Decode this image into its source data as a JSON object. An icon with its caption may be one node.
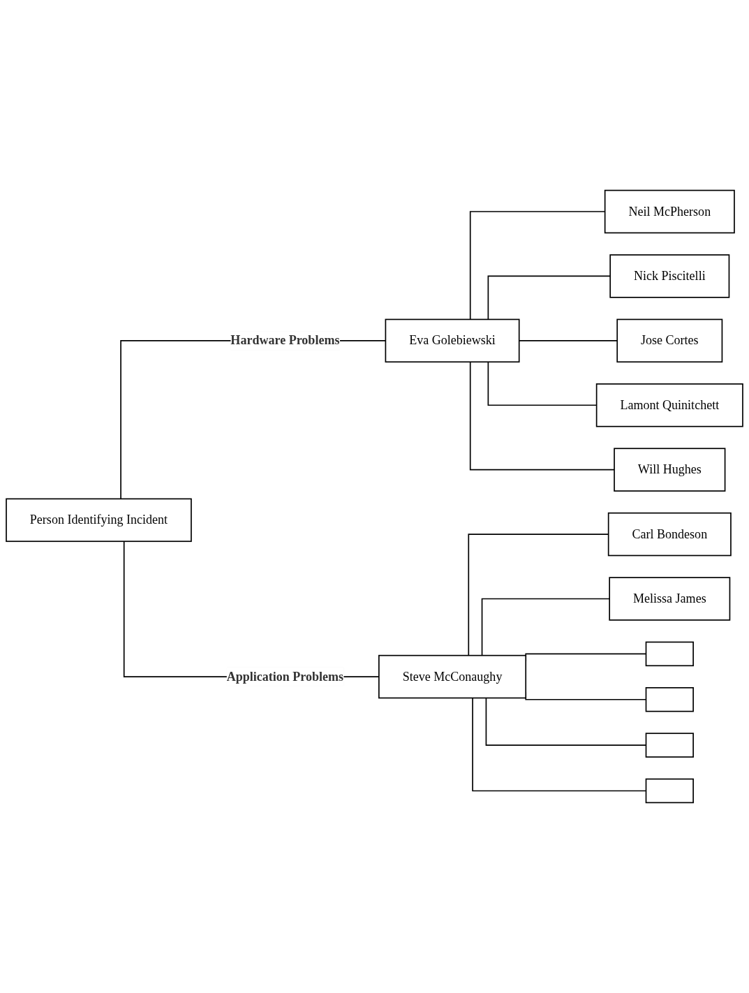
{
  "diagram": {
    "nodes": [
      {
        "text": [
          "Person Identifying Incident"
        ]
      },
      {
        "text": [
          "Eva Golebiewski"
        ]
      },
      {
        "text": [
          "Neil McPherson"
        ]
      },
      {
        "text": [
          "Nick Piscitelli"
        ]
      },
      {
        "text": [
          "Jose Cortes"
        ]
      },
      {
        "text": [
          "Lamont Quinitchett"
        ]
      },
      {
        "text": [
          "Will Hughes"
        ]
      },
      {
        "text": [
          "Steve McConaughy"
        ]
      },
      {
        "text": [
          "Carl Bondeson"
        ]
      },
      {
        "text": [
          "Melissa James"
        ]
      },
      {
        "text": [],
        "shape": "box"
      },
      {
        "text": [],
        "shape": "box"
      },
      {
        "text": [],
        "shape": "box"
      },
      {
        "text": [],
        "shape": "box"
      }
    ],
    "edges": [
      {
        "from": 0,
        "to": 1,
        "arrow": "none",
        "label": "Hardware Problems"
      },
      {
        "from": 1,
        "to": 2,
        "arrow": "none"
      },
      {
        "from": 1,
        "to": 3,
        "arrow": "none"
      },
      {
        "from": 1,
        "to": 4,
        "arrow": "none"
      },
      {
        "from": 1,
        "to": 5,
        "arrow": "none"
      },
      {
        "from": 1,
        "to": 6,
        "arrow": "none"
      },
      {
        "from": 0,
        "to": 7,
        "arrow": "none",
        "label": "Application Problems"
      },
      {
        "from": 7,
        "to": 8,
        "arrow": "none"
      },
      {
        "from": 7,
        "to": 9,
        "arrow": "none"
      },
      {
        "from": 7,
        "to": 10,
        "arrow": "none"
      },
      {
        "from": 7,
        "to": 11,
        "arrow": "none"
      },
      {
        "from": 7,
        "to": 12,
        "arrow": "none"
      },
      {
        "from": 7,
        "to": 13,
        "arrow": "none"
      }
    ]
  }
}
